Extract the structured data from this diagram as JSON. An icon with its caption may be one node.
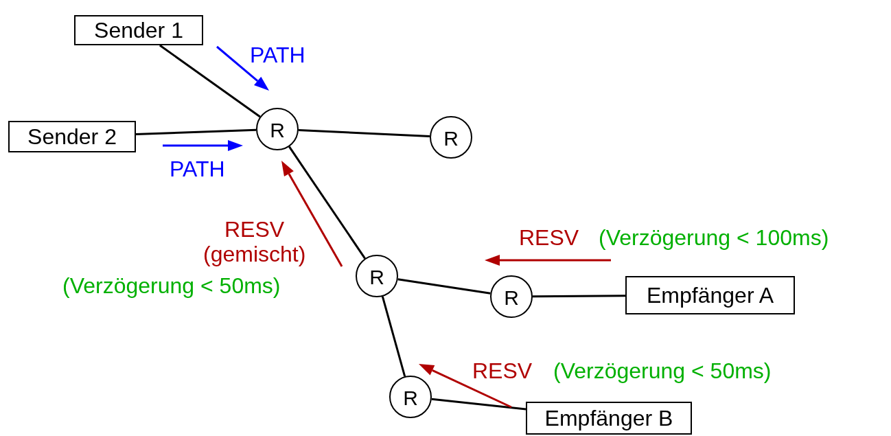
{
  "diagram": {
    "nodes": [
      {
        "text": [
          "Sender 1"
        ]
      },
      {
        "text": [
          "Sender 2"
        ]
      },
      {
        "text": [
          "R"
        ]
      },
      {
        "text": [
          "R"
        ]
      },
      {
        "text": [
          "R"
        ]
      },
      {
        "text": [
          "R"
        ]
      },
      {
        "text": [
          "Empfänger A"
        ]
      },
      {
        "text": [
          "R"
        ]
      },
      {
        "text": [
          "Empfänger B"
        ]
      }
    ],
    "edges": [
      {
        "from": 0,
        "to": 2,
        "arrow": "none"
      },
      {
        "from": 1,
        "to": 2,
        "arrow": "none"
      },
      {
        "from": 2,
        "to": 3,
        "arrow": "none"
      },
      {
        "from": 2,
        "to": 4,
        "arrow": "none"
      },
      {
        "from": 4,
        "to": 5,
        "arrow": "none"
      },
      {
        "from": 5,
        "to": 6,
        "arrow": "none"
      },
      {
        "from": 4,
        "to": 7,
        "arrow": "none"
      },
      {
        "from": 7,
        "to": 8,
        "arrow": "none"
      }
    ],
    "labels": [
      "PATH",
      "PATH",
      "RESV",
      "RESV",
      "(Verzögerung < 100ms)",
      "(gemischt)",
      "(Verzögerung < 50ms)",
      "RESV",
      "(Verzögerung < 50ms)"
    ]
  }
}
